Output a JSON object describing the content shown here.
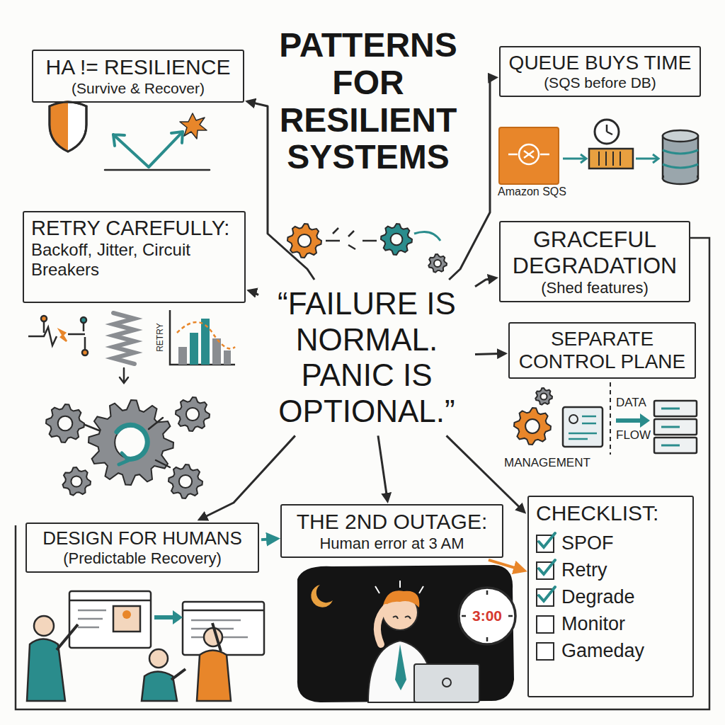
{
  "diagram": {
    "title": "PATTERNS FOR RESILIENT SYSTEMS",
    "nodes": [
      {
        "text": [
          "HA != RESILIENCE",
          "(Survive & Recover)"
        ]
      },
      {
        "text": [
          "QUEUE BUYS TIME",
          "(SQS before DB)"
        ]
      },
      {
        "text": [
          "RETRY CAREFULLY:",
          "Backoff, Jitter, Circuit Breakers"
        ]
      },
      {
        "text": [
          "“FAILURE IS NORMAL. PANIC IS OPTIONAL.”"
        ]
      },
      {
        "text": [
          "GRACEFUL DEGRADATION",
          "(Shed features)"
        ]
      },
      {
        "text": [
          "SEPARATE CONTROL PLANE"
        ]
      },
      {
        "text": [
          "DESIGN FOR HUMANS",
          "(Predictable Recovery)"
        ]
      },
      {
        "text": [
          "THE 2ND OUTAGE:",
          "Human error at 3 AM"
        ]
      },
      {
        "text": [
          "CHECKLIST:",
          "SPOF",
          "Retry",
          "Degrade",
          "Monitor",
          "Gameday"
        ]
      }
    ],
    "edges": [
      {
        "from": 3,
        "to": 0,
        "arrow": "to"
      },
      {
        "from": 3,
        "to": 1,
        "arrow": "to"
      },
      {
        "from": 3,
        "to": 4,
        "arrow": "to"
      },
      {
        "from": 3,
        "to": 2,
        "arrow": "to"
      },
      {
        "from": 3,
        "to": 5,
        "arrow": "to"
      },
      {
        "from": 3,
        "to": 6,
        "arrow": "to"
      },
      {
        "from": 3,
        "to": 7,
        "arrow": "to"
      },
      {
        "from": 3,
        "to": 8,
        "arrow": "to"
      },
      {
        "from": 6,
        "to": 7,
        "arrow": "to"
      },
      {
        "from": 7,
        "to": 8,
        "arrow": "to"
      }
    ],
    "labels": [
      "Amazon SQS",
      "RETRY",
      "DATA",
      "FLOW",
      "MANAGEMENT",
      "3:00"
    ]
  }
}
